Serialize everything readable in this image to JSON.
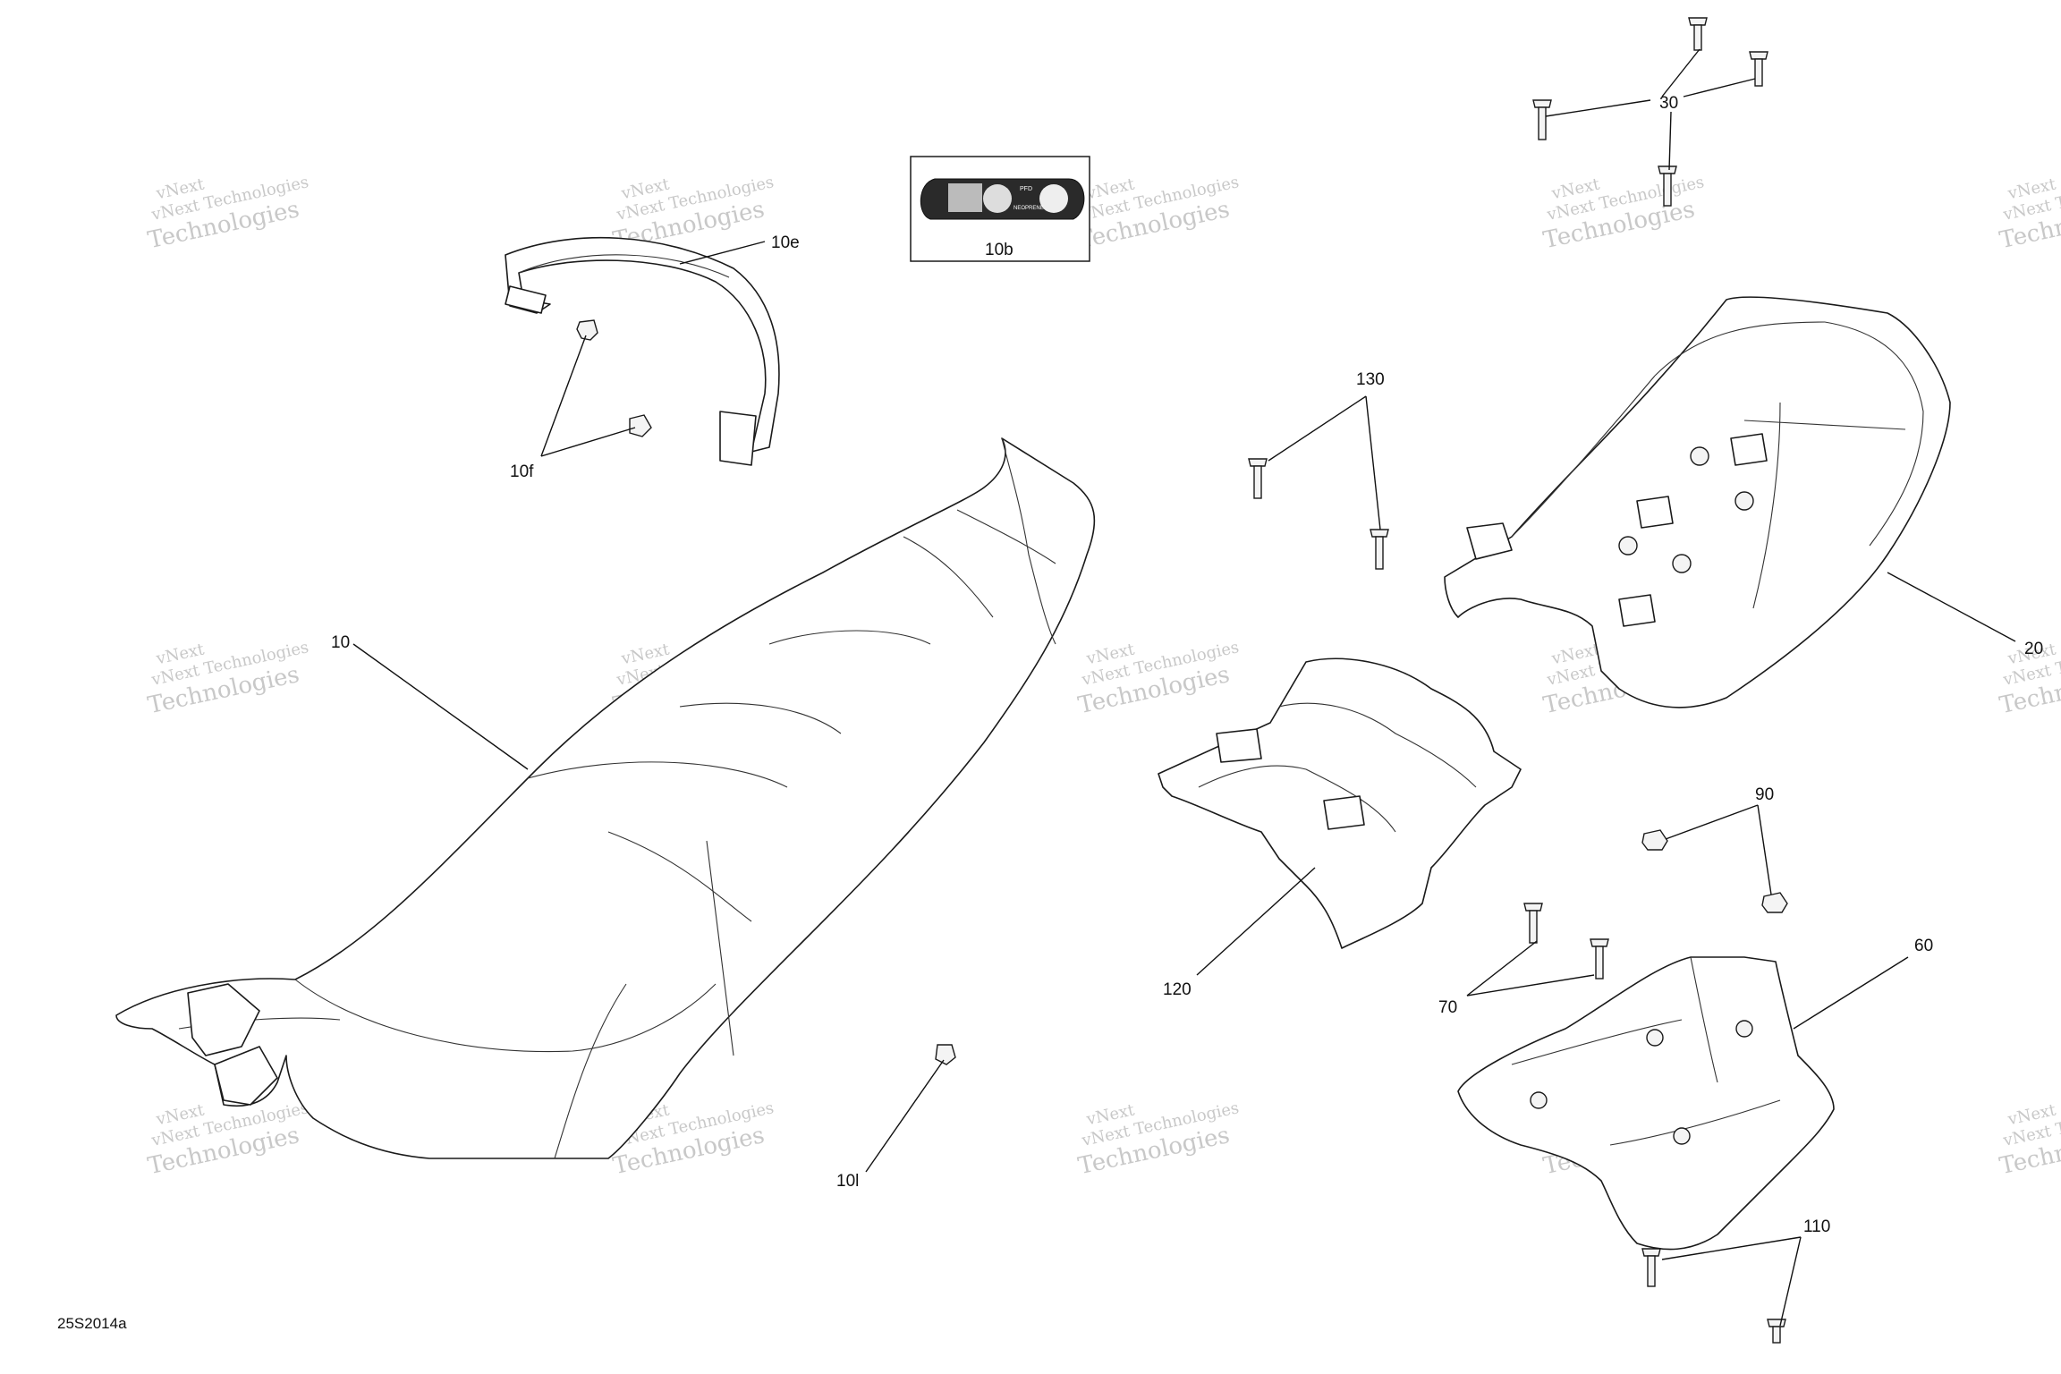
{
  "diagram_id": "25S2014a",
  "watermark": {
    "line1": "vNext Technologies",
    "line2": "Technologies",
    "line3": "vNext"
  },
  "callouts": {
    "c10": "10",
    "c10b": "10b",
    "c10e": "10e",
    "c10f": "10f",
    "c10l": "10l",
    "c20": "20",
    "c30": "30",
    "c60": "60",
    "c70": "70",
    "c90": "90",
    "c110": "110",
    "c120": "120",
    "c130": "130"
  },
  "decal_text": {
    "pfd": "PFD",
    "neoprene": "NEOPRENE"
  }
}
